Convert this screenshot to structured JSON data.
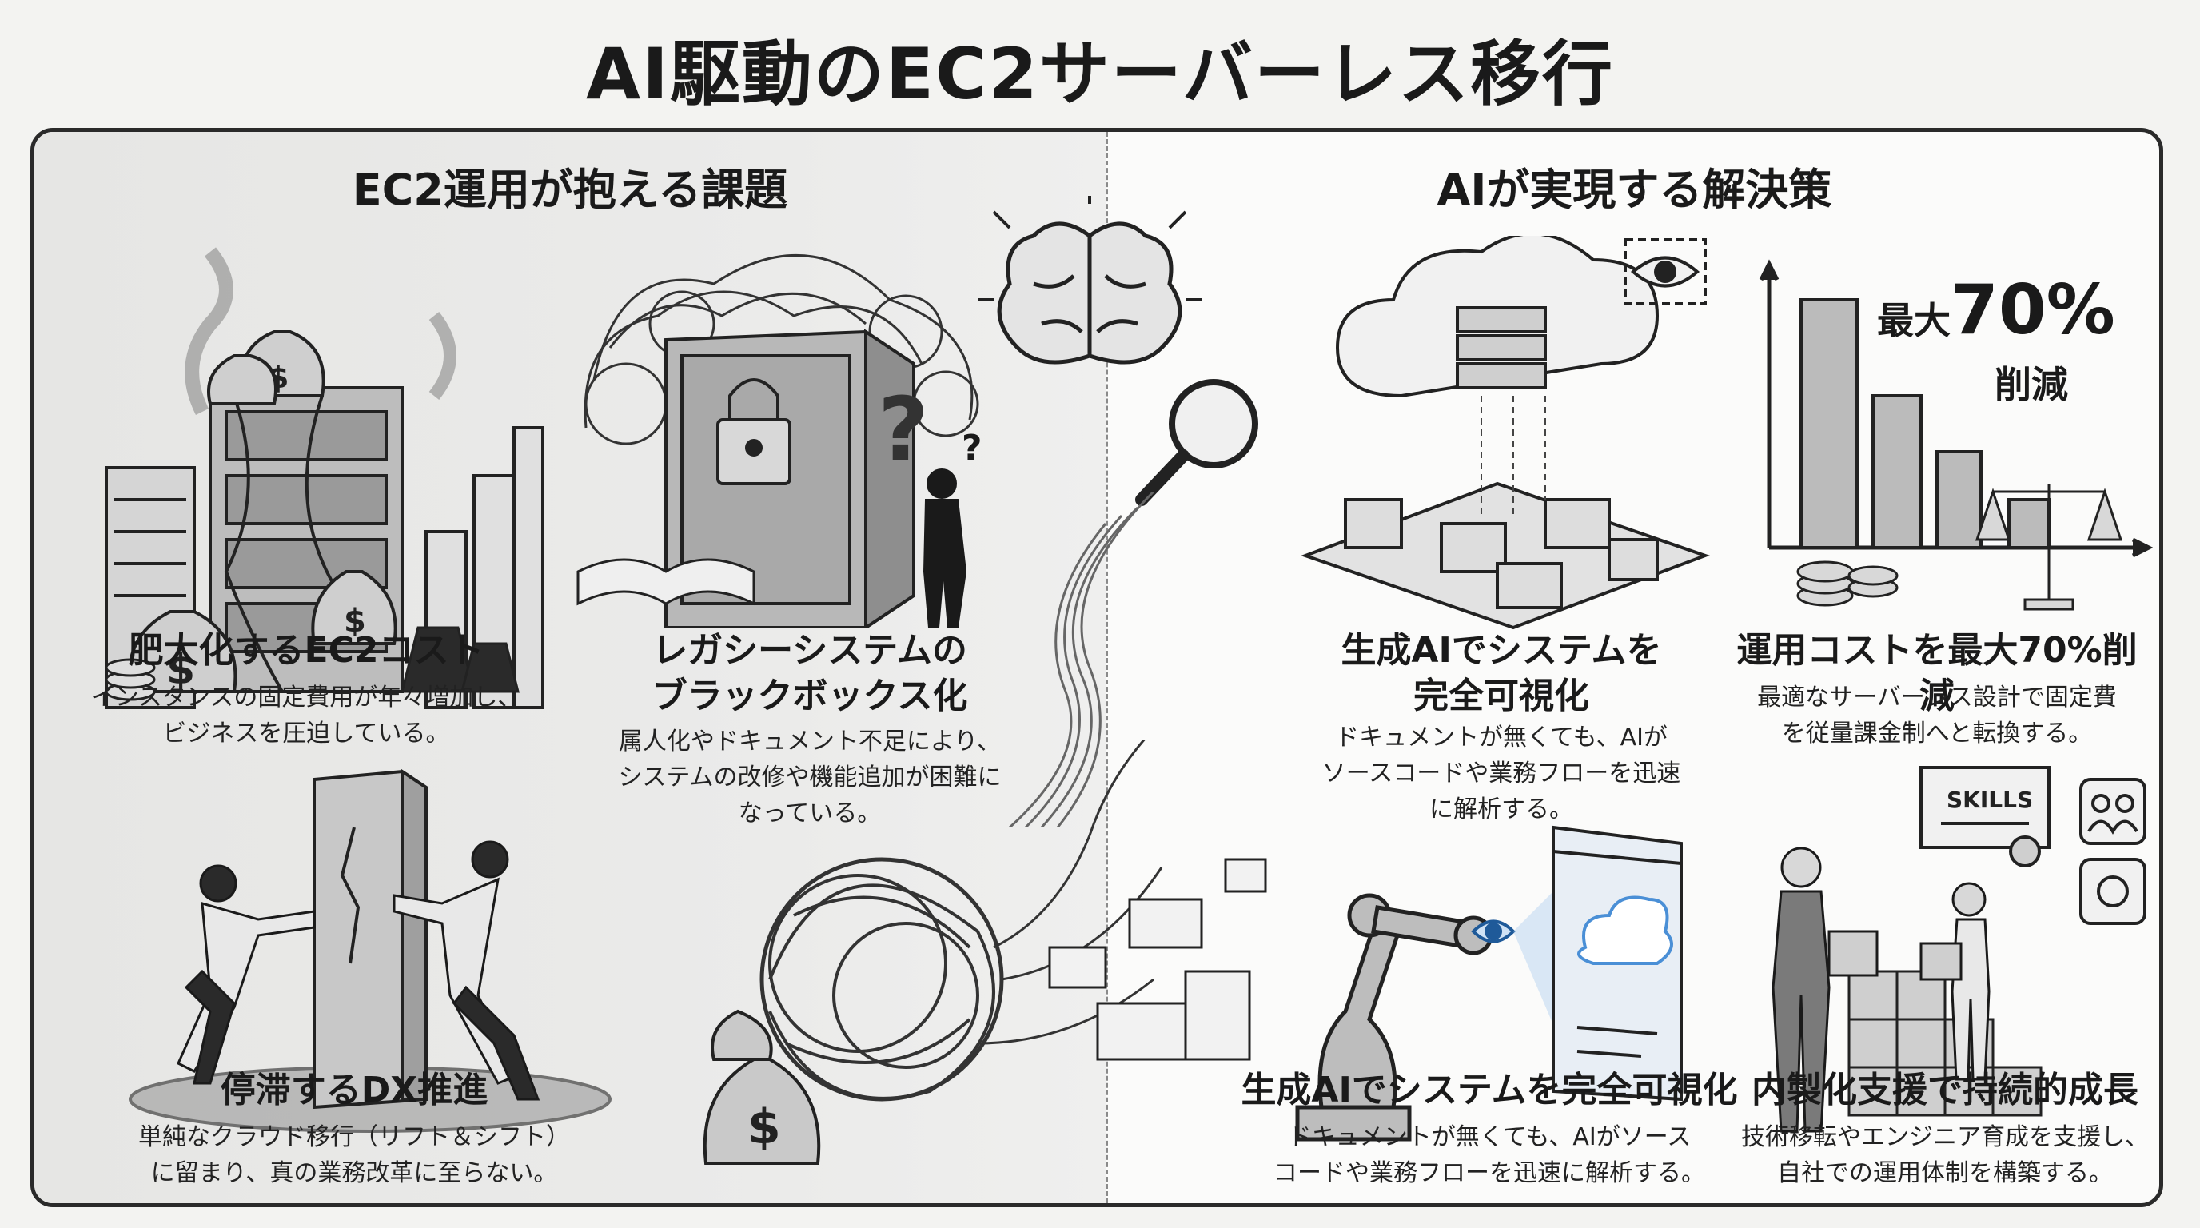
{
  "title": "AI駆動のEC2サーバーレス移行",
  "left_section": {
    "heading": "EC2運用が抱える課題",
    "cards": [
      {
        "title": "肥大化するEC2コスト",
        "desc": [
          "インスタンスの固定費用が年々増加し、",
          "ビジネスを圧迫している。"
        ]
      },
      {
        "title": [
          "レガシーシステムの",
          "ブラックボックス化"
        ],
        "desc": [
          "属人化やドキュメント不足により、",
          "システムの改修や機能追加が困難に",
          "なっている。"
        ]
      },
      {
        "title": "停滞するDX推進",
        "desc": [
          "単純なクラウド移行（リフト＆シフト）",
          "に留まり、真の業務改革に至らない。"
        ]
      }
    ]
  },
  "right_section": {
    "heading": "AIが実現する解決策",
    "callout": {
      "prefix": "最大",
      "value": "70%",
      "suffix": "削減"
    },
    "skills_label": "SKILLS",
    "cards": [
      {
        "title": [
          "生成AIでシステムを",
          "完全可視化"
        ],
        "desc": [
          "ドキュメントが無くても、AIが",
          "ソースコードや業務フローを迅速",
          "に解析する。"
        ]
      },
      {
        "title": "運用コストを最大70%削減",
        "desc": [
          "最適なサーバーレス設計で固定費",
          "を従量課金制へと転換する。"
        ]
      },
      {
        "title": "生成AIでシステムを完全可視化",
        "desc": [
          "ドキュメントが無くても、AIがソース",
          "コードや業務フローを迅速に解析する。"
        ]
      },
      {
        "title": "内製化支援で持続的成長",
        "desc": [
          "技術移転やエンジニア育成を支援し、",
          "自社での運用体制を構築する。"
        ]
      }
    ]
  },
  "icons": {
    "money": "money-bag-icon",
    "brain": "brain-icon",
    "magnifier": "magnifying-glass-icon",
    "eye": "eye-icon",
    "cloud": "cloud-icon"
  },
  "colors": {
    "ink": "#1a1a1a",
    "accent_blue": "#4a8fd6",
    "panel_left": "#e8e8e6"
  }
}
